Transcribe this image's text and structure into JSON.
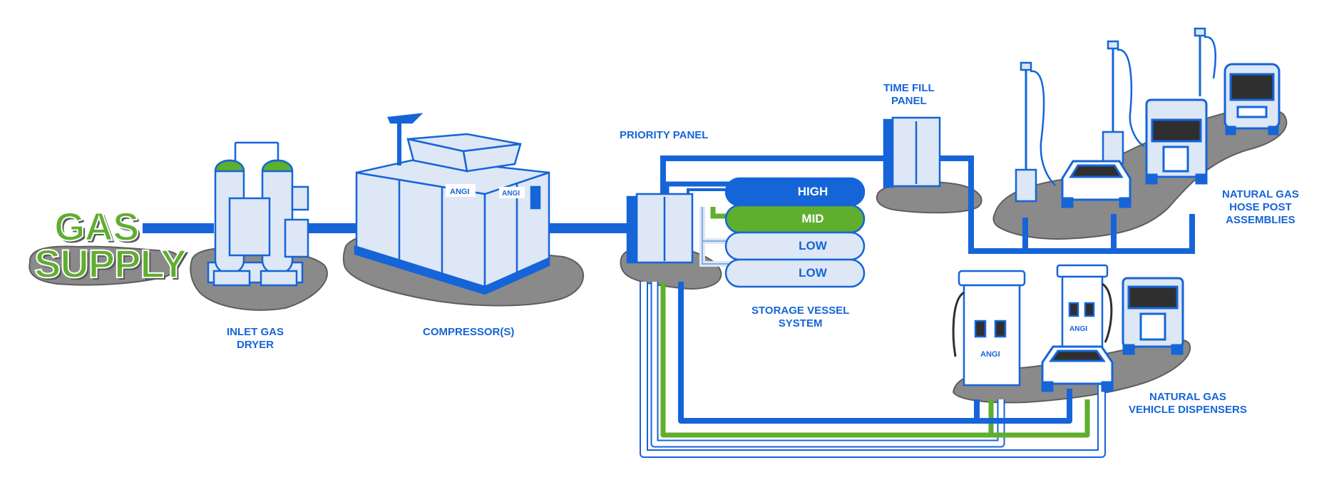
{
  "gas_supply": {
    "line1": "GAS",
    "line2": "SUPPLY"
  },
  "labels": {
    "dryer": [
      "INLET GAS",
      "DRYER"
    ],
    "compressor": "COMPRESSOR(S)",
    "priority_panel": "PRIORITY PANEL",
    "storage": [
      "STORAGE VESSEL",
      "SYSTEM"
    ],
    "time_fill": [
      "TIME FILL",
      "PANEL"
    ],
    "hose_post": [
      "NATURAL GAS",
      "HOSE POST",
      "ASSEMBLIES"
    ],
    "dispensers": [
      "NATURAL GAS",
      "VEHICLE DISPENSERS"
    ]
  },
  "tanks": {
    "high": "HIGH",
    "mid": "MID",
    "low1": "LOW",
    "low2": "LOW"
  },
  "brand": "ANGI",
  "colors": {
    "blue": "#1565d8",
    "green": "#5fae2e",
    "light_blue": "#dde7f6",
    "gray": "#8a8a8a"
  }
}
